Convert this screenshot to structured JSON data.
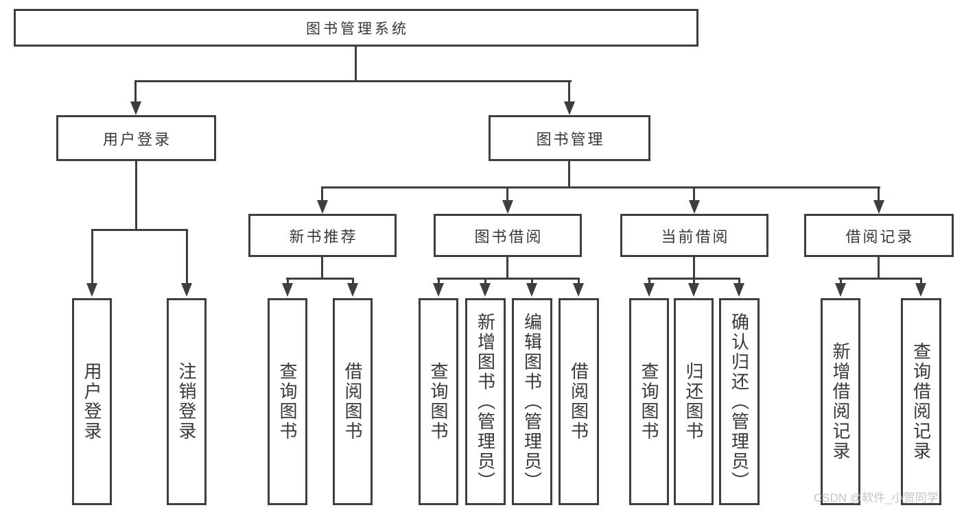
{
  "diagram_type": "tree-diagram",
  "tree": {
    "root": {
      "label": "图书管理系统",
      "children": [
        {
          "label": "用户登录",
          "children": [
            {
              "label": "用户登录"
            },
            {
              "label": "注销登录"
            }
          ]
        },
        {
          "label": "图书管理",
          "children": [
            {
              "label": "新书推荐",
              "children": [
                {
                  "label": "查询图书"
                },
                {
                  "label": "借阅图书"
                }
              ]
            },
            {
              "label": "图书借阅",
              "children": [
                {
                  "label": "查询图书"
                },
                {
                  "label": "新增图书（管理员）"
                },
                {
                  "label": "编辑图书（管理员）"
                },
                {
                  "label": "借阅图书"
                }
              ]
            },
            {
              "label": "当前借阅",
              "children": [
                {
                  "label": "查询图书"
                },
                {
                  "label": "归还图书"
                },
                {
                  "label": "确认归还（管理员）"
                }
              ]
            },
            {
              "label": "借阅记录",
              "children": [
                {
                  "label": "新增借阅记录"
                },
                {
                  "label": "查询借阅记录"
                }
              ]
            }
          ]
        }
      ]
    }
  },
  "watermark": {
    "text": "CSDN @软件_小贺同学"
  },
  "colors": {
    "line": "#3e3e3e",
    "text": "#383838",
    "box_background": "#ffffff",
    "page_background": "#ffffff",
    "watermark": "#c1c1c1"
  }
}
